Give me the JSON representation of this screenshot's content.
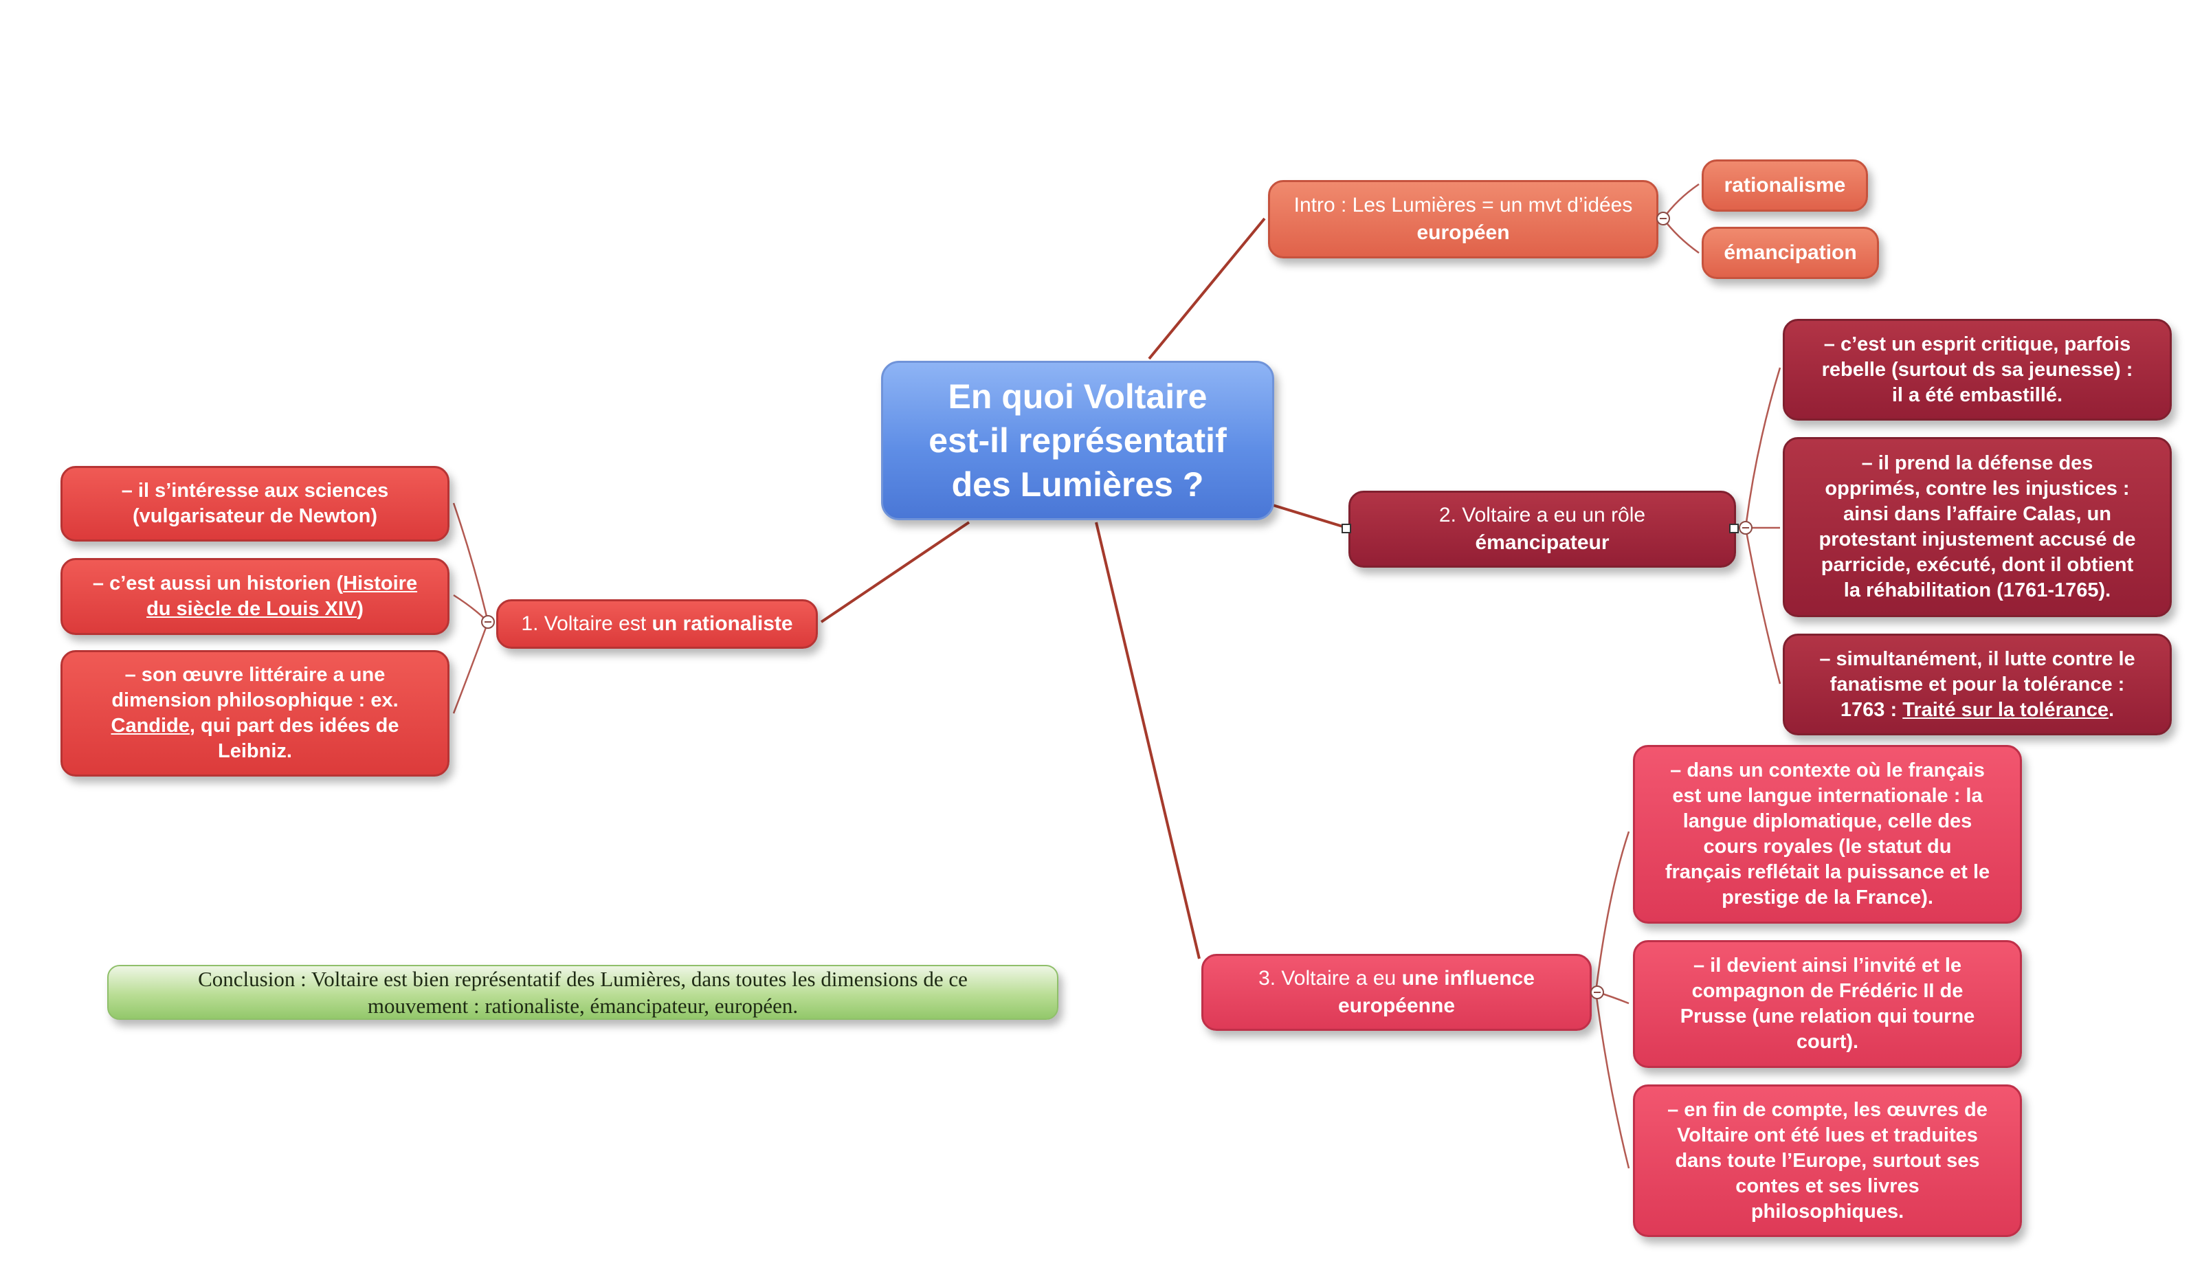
{
  "central": {
    "line1": "En quoi Voltaire",
    "line2": "est-il représentatif",
    "line3": "des Lumières ?"
  },
  "intro": {
    "text": "Intro : Les Lumières = un mvt d’idées",
    "bold": "européen",
    "children": [
      "rationalisme",
      "émancipation"
    ]
  },
  "branch1": {
    "text": "1. Voltaire est",
    "bold": "un rationaliste",
    "children": {
      "c1": {
        "line1": "– il s’intéresse aux sciences",
        "line2": "(vulgarisateur de Newton)"
      },
      "c2": {
        "pre": "– c’est aussi un historien (",
        "link1": "Histoire",
        "link2": "du siècle de Louis XIV",
        "post": ")"
      },
      "c3": {
        "line1": "– son œuvre littéraire a une",
        "line2": "dimension philosophique  : ex.",
        "link": "Candide",
        "line3rest": ", qui part des idées de",
        "line4": "Leibniz."
      }
    }
  },
  "branch2": {
    "text": "2. Voltaire a eu un rôle",
    "bold": "émancipateur",
    "children": {
      "c1": {
        "line1": "– c’est un esprit critique, parfois",
        "line2": "rebelle (surtout ds sa jeunesse) :",
        "line3": "il a été embastillé."
      },
      "c2": {
        "line1": "– il prend la défense des",
        "line2": "opprimés, contre les injustices :",
        "line3": "ainsi dans l’affaire Calas, un",
        "line4": "protestant injustement accusé de",
        "line5": "parricide, exécuté, dont il obtient",
        "line6": "la réhabilitation (1761-1765)."
      },
      "c3": {
        "line1": "– simultanément, il lutte contre le",
        "line2": "fanatisme et pour la tolérance :",
        "pre3": "1763 : ",
        "link": "Traité sur la tolérance",
        "post3": "."
      }
    }
  },
  "branch3": {
    "text": "3. Voltaire a  eu",
    "bold1": "une influence",
    "bold2": "européenne",
    "children": {
      "c1": {
        "line1": "– dans un contexte où le français",
        "line2": "est une langue internationale : la",
        "line3": "langue diplomatique, celle des",
        "line4": "cours royales (le statut du",
        "line5": "français reflétait la puissance et le",
        "line6": "prestige de la France)."
      },
      "c2": {
        "line1": "– il devient ainsi l’invité et le",
        "line2": "compagnon de Frédéric II de",
        "line3": "Prusse (une relation qui tourne",
        "line4": "court)."
      },
      "c3": {
        "line1": "– en fin de compte, les œuvres de",
        "line2": "Voltaire ont été lues et traduites",
        "line3": "dans toute l’Europe, surtout ses",
        "line4": "contes et ses livres",
        "line5": "philosophiques."
      }
    }
  },
  "conclusion": {
    "line1": "Conclusion : Voltaire est bien représentatif des Lumières, dans toutes les dimensions de ce",
    "line2": "mouvement : rationaliste, émancipateur, européen."
  }
}
